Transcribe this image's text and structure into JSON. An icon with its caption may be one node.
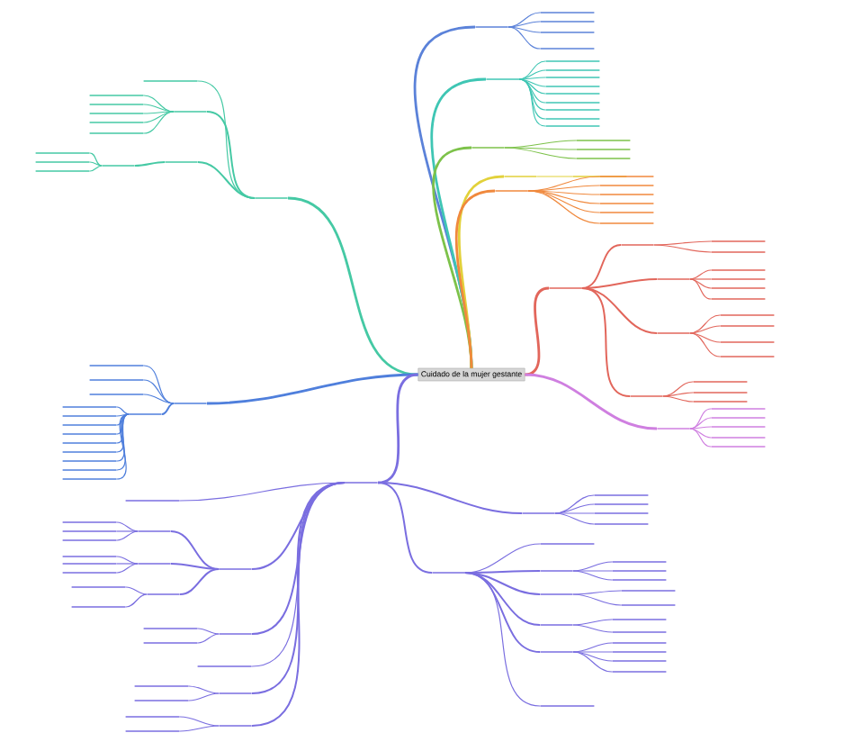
{
  "diagram": {
    "nodes": [
      {
        "text": [
          "Cuidado de la mujer gestante"
        ]
      },
      {
        "text": [],
        "shape": "bar"
      },
      {
        "text": [],
        "shape": "bar"
      },
      {
        "text": [],
        "shape": "bar"
      },
      {
        "text": [],
        "shape": "bar"
      },
      {
        "text": [],
        "shape": "bar"
      },
      {
        "text": [],
        "shape": "bar"
      },
      {
        "text": [],
        "shape": "bar"
      },
      {
        "text": [],
        "shape": "bar"
      },
      {
        "text": [],
        "shape": "bar"
      },
      {
        "text": [],
        "shape": "bar"
      },
      {
        "text": [],
        "shape": "bar"
      },
      {
        "text": [],
        "shape": "bar"
      },
      {
        "text": [],
        "shape": "bar"
      },
      {
        "text": [],
        "shape": "bar"
      },
      {
        "text": [],
        "shape": "bar"
      },
      {
        "text": [],
        "shape": "bar"
      },
      {
        "text": [],
        "shape": "bar"
      },
      {
        "text": [],
        "shape": "bar"
      },
      {
        "text": [],
        "shape": "bar"
      },
      {
        "text": [],
        "shape": "bar"
      },
      {
        "text": [],
        "shape": "bar"
      },
      {
        "text": [],
        "shape": "bar"
      },
      {
        "text": [],
        "shape": "bar"
      },
      {
        "text": [],
        "shape": "bar"
      },
      {
        "text": [],
        "shape": "bar"
      },
      {
        "text": [],
        "shape": "bar"
      },
      {
        "text": [],
        "shape": "bar"
      },
      {
        "text": [],
        "shape": "bar"
      },
      {
        "text": [],
        "shape": "bar"
      },
      {
        "text": [],
        "shape": "bar"
      },
      {
        "text": [],
        "shape": "bar"
      },
      {
        "text": [],
        "shape": "bar"
      },
      {
        "text": [],
        "shape": "bar"
      },
      {
        "text": [],
        "shape": "bar"
      },
      {
        "text": [],
        "shape": "bar"
      },
      {
        "text": [],
        "shape": "bar"
      },
      {
        "text": [],
        "shape": "bar"
      },
      {
        "text": [],
        "shape": "bar"
      },
      {
        "text": [],
        "shape": "bar"
      },
      {
        "text": [],
        "shape": "bar"
      },
      {
        "text": [],
        "shape": "bar"
      },
      {
        "text": [],
        "shape": "bar"
      },
      {
        "text": [],
        "shape": "bar"
      },
      {
        "text": [],
        "shape": "bar"
      },
      {
        "text": [],
        "shape": "bar"
      },
      {
        "text": [],
        "shape": "bar"
      },
      {
        "text": [],
        "shape": "bar"
      },
      {
        "text": [],
        "shape": "bar"
      },
      {
        "text": [],
        "shape": "bar"
      },
      {
        "text": [],
        "shape": "bar"
      },
      {
        "text": [],
        "shape": "bar"
      },
      {
        "text": [],
        "shape": "bar"
      },
      {
        "text": [],
        "shape": "bar"
      },
      {
        "text": [],
        "shape": "bar"
      },
      {
        "text": [],
        "shape": "bar"
      },
      {
        "text": [],
        "shape": "bar"
      },
      {
        "text": [],
        "shape": "bar"
      },
      {
        "text": [],
        "shape": "bar"
      },
      {
        "text": [],
        "shape": "bar"
      },
      {
        "text": [],
        "shape": "bar"
      },
      {
        "text": [],
        "shape": "bar"
      },
      {
        "text": [],
        "shape": "bar"
      },
      {
        "text": [],
        "shape": "bar"
      },
      {
        "text": [],
        "shape": "bar"
      },
      {
        "text": [],
        "shape": "bar"
      },
      {
        "text": [],
        "shape": "bar"
      },
      {
        "text": [],
        "shape": "bar"
      },
      {
        "text": [],
        "shape": "bar"
      },
      {
        "text": [],
        "shape": "bar"
      },
      {
        "text": [],
        "shape": "bar"
      },
      {
        "text": [],
        "shape": "bar"
      },
      {
        "text": [],
        "shape": "bar"
      },
      {
        "text": [],
        "shape": "bar"
      },
      {
        "text": [],
        "shape": "bar"
      },
      {
        "text": [],
        "shape": "bar"
      },
      {
        "text": [],
        "shape": "bar"
      },
      {
        "text": [],
        "shape": "bar"
      },
      {
        "text": [],
        "shape": "bar"
      },
      {
        "text": [],
        "shape": "bar"
      },
      {
        "text": [],
        "shape": "bar"
      },
      {
        "text": [],
        "shape": "bar"
      },
      {
        "text": [],
        "shape": "bar"
      },
      {
        "text": [],
        "shape": "bar"
      },
      {
        "text": [],
        "shape": "bar"
      },
      {
        "text": [],
        "shape": "bar"
      },
      {
        "text": [],
        "shape": "bar"
      },
      {
        "text": [],
        "shape": "bar"
      },
      {
        "text": [],
        "shape": "bar"
      },
      {
        "text": [],
        "shape": "bar"
      },
      {
        "text": [],
        "shape": "bar"
      },
      {
        "text": [],
        "shape": "bar"
      },
      {
        "text": [],
        "shape": "bar"
      },
      {
        "text": [],
        "shape": "bar"
      },
      {
        "text": [],
        "shape": "bar"
      },
      {
        "text": [],
        "shape": "bar"
      },
      {
        "text": [],
        "shape": "bar"
      },
      {
        "text": [],
        "shape": "bar"
      },
      {
        "text": [],
        "shape": "bar"
      },
      {
        "text": [],
        "shape": "bar"
      },
      {
        "text": [],
        "shape": "bar"
      },
      {
        "text": [],
        "shape": "bar"
      },
      {
        "text": [],
        "shape": "bar"
      },
      {
        "text": [],
        "shape": "bar"
      },
      {
        "text": [],
        "shape": "bar"
      },
      {
        "text": [],
        "shape": "bar"
      },
      {
        "text": [],
        "shape": "bar"
      },
      {
        "text": [],
        "shape": "bar"
      },
      {
        "text": [],
        "shape": "bar"
      },
      {
        "text": [],
        "shape": "bar"
      },
      {
        "text": [],
        "shape": "bar"
      },
      {
        "text": [],
        "shape": "bar"
      },
      {
        "text": [],
        "shape": "bar"
      },
      {
        "text": [],
        "shape": "bar"
      },
      {
        "text": [],
        "shape": "bar"
      },
      {
        "text": [],
        "shape": "bar"
      },
      {
        "text": [],
        "shape": "bar"
      },
      {
        "text": [],
        "shape": "bar"
      },
      {
        "text": [],
        "shape": "bar"
      },
      {
        "text": [],
        "shape": "bar"
      },
      {
        "text": [],
        "shape": "bar"
      },
      {
        "text": [],
        "shape": "bar"
      },
      {
        "text": [],
        "shape": "bar"
      },
      {
        "text": [],
        "shape": "bar"
      },
      {
        "text": [],
        "shape": "bar"
      },
      {
        "text": [],
        "shape": "bar"
      },
      {
        "text": [],
        "shape": "bar"
      }
    ],
    "edges": [
      {
        "from": 0,
        "to": 1,
        "arrow": "none",
        "color": "#45c9a4"
      },
      {
        "from": 1,
        "to": 2,
        "arrow": "none",
        "color": "#45c9a4"
      },
      {
        "from": 2,
        "to": 3,
        "arrow": "none",
        "color": "#45c9a4"
      },
      {
        "from": 2,
        "to": 4,
        "arrow": "none",
        "color": "#45c9a4"
      },
      {
        "from": 2,
        "to": 5,
        "arrow": "none",
        "color": "#45c9a4"
      },
      {
        "from": 2,
        "to": 6,
        "arrow": "none",
        "color": "#45c9a4"
      },
      {
        "from": 2,
        "to": 7,
        "arrow": "none",
        "color": "#45c9a4"
      },
      {
        "from": 1,
        "to": 8,
        "arrow": "none",
        "color": "#45c9a4"
      },
      {
        "from": 1,
        "to": 9,
        "arrow": "none",
        "color": "#45c9a4"
      },
      {
        "from": 9,
        "to": 10,
        "arrow": "none",
        "color": "#45c9a4"
      },
      {
        "from": 10,
        "to": 11,
        "arrow": "none",
        "color": "#45c9a4"
      },
      {
        "from": 10,
        "to": 12,
        "arrow": "none",
        "color": "#45c9a4"
      },
      {
        "from": 10,
        "to": 13,
        "arrow": "none",
        "color": "#45c9a4"
      },
      {
        "from": 0,
        "to": 14,
        "arrow": "none",
        "color": "#5b82d9"
      },
      {
        "from": 14,
        "to": 15,
        "arrow": "none",
        "color": "#5b82d9"
      },
      {
        "from": 14,
        "to": 16,
        "arrow": "none",
        "color": "#5b82d9"
      },
      {
        "from": 14,
        "to": 17,
        "arrow": "none",
        "color": "#5b82d9"
      },
      {
        "from": 14,
        "to": 18,
        "arrow": "none",
        "color": "#5b82d9"
      },
      {
        "from": 0,
        "to": 19,
        "arrow": "none",
        "color": "#3fc6b4"
      },
      {
        "from": 19,
        "to": 20,
        "arrow": "none",
        "color": "#3fc6b4"
      },
      {
        "from": 19,
        "to": 21,
        "arrow": "none",
        "color": "#3fc6b4"
      },
      {
        "from": 19,
        "to": 22,
        "arrow": "none",
        "color": "#3fc6b4"
      },
      {
        "from": 19,
        "to": 23,
        "arrow": "none",
        "color": "#3fc6b4"
      },
      {
        "from": 19,
        "to": 24,
        "arrow": "none",
        "color": "#3fc6b4"
      },
      {
        "from": 19,
        "to": 25,
        "arrow": "none",
        "color": "#3fc6b4"
      },
      {
        "from": 19,
        "to": 26,
        "arrow": "none",
        "color": "#3fc6b4"
      },
      {
        "from": 19,
        "to": 27,
        "arrow": "none",
        "color": "#3fc6b4"
      },
      {
        "from": 19,
        "to": 28,
        "arrow": "none",
        "color": "#3fc6b4"
      },
      {
        "from": 0,
        "to": 29,
        "arrow": "none",
        "color": "#7dc24a"
      },
      {
        "from": 29,
        "to": 30,
        "arrow": "none",
        "color": "#7dc24a"
      },
      {
        "from": 29,
        "to": 31,
        "arrow": "none",
        "color": "#7dc24a"
      },
      {
        "from": 29,
        "to": 32,
        "arrow": "none",
        "color": "#7dc24a"
      },
      {
        "from": 0,
        "to": 33,
        "arrow": "none",
        "color": "#e2d13a"
      },
      {
        "from": 33,
        "to": 34,
        "arrow": "none",
        "color": "#e2d13a"
      },
      {
        "from": 0,
        "to": 35,
        "arrow": "none",
        "color": "#f0893d"
      },
      {
        "from": 35,
        "to": 36,
        "arrow": "none",
        "color": "#f0893d"
      },
      {
        "from": 35,
        "to": 37,
        "arrow": "none",
        "color": "#f0893d"
      },
      {
        "from": 35,
        "to": 38,
        "arrow": "none",
        "color": "#f0893d"
      },
      {
        "from": 35,
        "to": 39,
        "arrow": "none",
        "color": "#f0893d"
      },
      {
        "from": 35,
        "to": 40,
        "arrow": "none",
        "color": "#f0893d"
      },
      {
        "from": 35,
        "to": 41,
        "arrow": "none",
        "color": "#f0893d"
      },
      {
        "from": 0,
        "to": 42,
        "arrow": "none",
        "color": "#e2665b"
      },
      {
        "from": 42,
        "to": 43,
        "arrow": "none",
        "color": "#e2665b"
      },
      {
        "from": 43,
        "to": 44,
        "arrow": "none",
        "color": "#e2665b"
      },
      {
        "from": 43,
        "to": 45,
        "arrow": "none",
        "color": "#e2665b"
      },
      {
        "from": 42,
        "to": 46,
        "arrow": "none",
        "color": "#e2665b"
      },
      {
        "from": 46,
        "to": 47,
        "arrow": "none",
        "color": "#e2665b"
      },
      {
        "from": 46,
        "to": 48,
        "arrow": "none",
        "color": "#e2665b"
      },
      {
        "from": 46,
        "to": 49,
        "arrow": "none",
        "color": "#e2665b"
      },
      {
        "from": 46,
        "to": 50,
        "arrow": "none",
        "color": "#e2665b"
      },
      {
        "from": 42,
        "to": 51,
        "arrow": "none",
        "color": "#e2665b"
      },
      {
        "from": 51,
        "to": 52,
        "arrow": "none",
        "color": "#e2665b"
      },
      {
        "from": 51,
        "to": 53,
        "arrow": "none",
        "color": "#e2665b"
      },
      {
        "from": 51,
        "to": 54,
        "arrow": "none",
        "color": "#e2665b"
      },
      {
        "from": 51,
        "to": 55,
        "arrow": "none",
        "color": "#e2665b"
      },
      {
        "from": 42,
        "to": 56,
        "arrow": "none",
        "color": "#e2665b"
      },
      {
        "from": 56,
        "to": 57,
        "arrow": "none",
        "color": "#e2665b"
      },
      {
        "from": 56,
        "to": 58,
        "arrow": "none",
        "color": "#e2665b"
      },
      {
        "from": 56,
        "to": 59,
        "arrow": "none",
        "color": "#e2665b"
      },
      {
        "from": 0,
        "to": 60,
        "arrow": "none",
        "color": "#cf7fe0"
      },
      {
        "from": 60,
        "to": 61,
        "arrow": "none",
        "color": "#cf7fe0"
      },
      {
        "from": 60,
        "to": 62,
        "arrow": "none",
        "color": "#cf7fe0"
      },
      {
        "from": 60,
        "to": 63,
        "arrow": "none",
        "color": "#cf7fe0"
      },
      {
        "from": 60,
        "to": 64,
        "arrow": "none",
        "color": "#cf7fe0"
      },
      {
        "from": 60,
        "to": 65,
        "arrow": "none",
        "color": "#cf7fe0"
      },
      {
        "from": 0,
        "to": 66,
        "arrow": "none",
        "color": "#4f7fdc"
      },
      {
        "from": 66,
        "to": 67,
        "arrow": "none",
        "color": "#4f7fdc"
      },
      {
        "from": 66,
        "to": 68,
        "arrow": "none",
        "color": "#4f7fdc"
      },
      {
        "from": 66,
        "to": 69,
        "arrow": "none",
        "color": "#4f7fdc"
      },
      {
        "from": 66,
        "to": 70,
        "arrow": "none",
        "color": "#4f7fdc"
      },
      {
        "from": 70,
        "to": 71,
        "arrow": "none",
        "color": "#4f7fdc"
      },
      {
        "from": 70,
        "to": 72,
        "arrow": "none",
        "color": "#4f7fdc"
      },
      {
        "from": 70,
        "to": 73,
        "arrow": "none",
        "color": "#4f7fdc"
      },
      {
        "from": 70,
        "to": 74,
        "arrow": "none",
        "color": "#4f7fdc"
      },
      {
        "from": 70,
        "to": 75,
        "arrow": "none",
        "color": "#4f7fdc"
      },
      {
        "from": 70,
        "to": 76,
        "arrow": "none",
        "color": "#4f7fdc"
      },
      {
        "from": 70,
        "to": 77,
        "arrow": "none",
        "color": "#4f7fdc"
      },
      {
        "from": 70,
        "to": 78,
        "arrow": "none",
        "color": "#4f7fdc"
      },
      {
        "from": 70,
        "to": 79,
        "arrow": "none",
        "color": "#4f7fdc"
      },
      {
        "from": 0,
        "to": 80,
        "arrow": "none",
        "color": "#7a6ee0"
      },
      {
        "from": 80,
        "to": 81,
        "arrow": "none",
        "color": "#7a6ee0"
      },
      {
        "from": 80,
        "to": 82,
        "arrow": "none",
        "color": "#7a6ee0"
      },
      {
        "from": 82,
        "to": 83,
        "arrow": "none",
        "color": "#7a6ee0"
      },
      {
        "from": 83,
        "to": 84,
        "arrow": "none",
        "color": "#7a6ee0"
      },
      {
        "from": 83,
        "to": 85,
        "arrow": "none",
        "color": "#7a6ee0"
      },
      {
        "from": 83,
        "to": 86,
        "arrow": "none",
        "color": "#7a6ee0"
      },
      {
        "from": 82,
        "to": 87,
        "arrow": "none",
        "color": "#7a6ee0"
      },
      {
        "from": 87,
        "to": 88,
        "arrow": "none",
        "color": "#7a6ee0"
      },
      {
        "from": 87,
        "to": 89,
        "arrow": "none",
        "color": "#7a6ee0"
      },
      {
        "from": 87,
        "to": 90,
        "arrow": "none",
        "color": "#7a6ee0"
      },
      {
        "from": 82,
        "to": 91,
        "arrow": "none",
        "color": "#7a6ee0"
      },
      {
        "from": 91,
        "to": 92,
        "arrow": "none",
        "color": "#7a6ee0"
      },
      {
        "from": 91,
        "to": 93,
        "arrow": "none",
        "color": "#7a6ee0"
      },
      {
        "from": 80,
        "to": 94,
        "arrow": "none",
        "color": "#7a6ee0"
      },
      {
        "from": 94,
        "to": 95,
        "arrow": "none",
        "color": "#7a6ee0"
      },
      {
        "from": 94,
        "to": 96,
        "arrow": "none",
        "color": "#7a6ee0"
      },
      {
        "from": 80,
        "to": 97,
        "arrow": "none",
        "color": "#7a6ee0"
      },
      {
        "from": 80,
        "to": 98,
        "arrow": "none",
        "color": "#7a6ee0"
      },
      {
        "from": 98,
        "to": 99,
        "arrow": "none",
        "color": "#7a6ee0"
      },
      {
        "from": 98,
        "to": 100,
        "arrow": "none",
        "color": "#7a6ee0"
      },
      {
        "from": 80,
        "to": 101,
        "arrow": "none",
        "color": "#7a6ee0"
      },
      {
        "from": 101,
        "to": 102,
        "arrow": "none",
        "color": "#7a6ee0"
      },
      {
        "from": 101,
        "to": 103,
        "arrow": "none",
        "color": "#7a6ee0"
      },
      {
        "from": 80,
        "to": 104,
        "arrow": "none",
        "color": "#7a6ee0"
      },
      {
        "from": 104,
        "to": 105,
        "arrow": "none",
        "color": "#7a6ee0"
      },
      {
        "from": 104,
        "to": 106,
        "arrow": "none",
        "color": "#7a6ee0"
      },
      {
        "from": 104,
        "to": 107,
        "arrow": "none",
        "color": "#7a6ee0"
      },
      {
        "from": 104,
        "to": 108,
        "arrow": "none",
        "color": "#7a6ee0"
      },
      {
        "from": 80,
        "to": 109,
        "arrow": "none",
        "color": "#7a6ee0"
      },
      {
        "from": 109,
        "to": 110,
        "arrow": "none",
        "color": "#7a6ee0"
      },
      {
        "from": 109,
        "to": 111,
        "arrow": "none",
        "color": "#7a6ee0"
      },
      {
        "from": 111,
        "to": 112,
        "arrow": "none",
        "color": "#7a6ee0"
      },
      {
        "from": 111,
        "to": 113,
        "arrow": "none",
        "color": "#7a6ee0"
      },
      {
        "from": 111,
        "to": 114,
        "arrow": "none",
        "color": "#7a6ee0"
      },
      {
        "from": 109,
        "to": 115,
        "arrow": "none",
        "color": "#7a6ee0"
      },
      {
        "from": 115,
        "to": 116,
        "arrow": "none",
        "color": "#7a6ee0"
      },
      {
        "from": 115,
        "to": 117,
        "arrow": "none",
        "color": "#7a6ee0"
      },
      {
        "from": 109,
        "to": 118,
        "arrow": "none",
        "color": "#7a6ee0"
      },
      {
        "from": 118,
        "to": 119,
        "arrow": "none",
        "color": "#7a6ee0"
      },
      {
        "from": 118,
        "to": 120,
        "arrow": "none",
        "color": "#7a6ee0"
      },
      {
        "from": 109,
        "to": 121,
        "arrow": "none",
        "color": "#7a6ee0"
      },
      {
        "from": 121,
        "to": 122,
        "arrow": "none",
        "color": "#7a6ee0"
      },
      {
        "from": 121,
        "to": 123,
        "arrow": "none",
        "color": "#7a6ee0"
      },
      {
        "from": 121,
        "to": 124,
        "arrow": "none",
        "color": "#7a6ee0"
      },
      {
        "from": 121,
        "to": 125,
        "arrow": "none",
        "color": "#7a6ee0"
      },
      {
        "from": 109,
        "to": 126,
        "arrow": "none",
        "color": "#7a6ee0"
      }
    ]
  }
}
